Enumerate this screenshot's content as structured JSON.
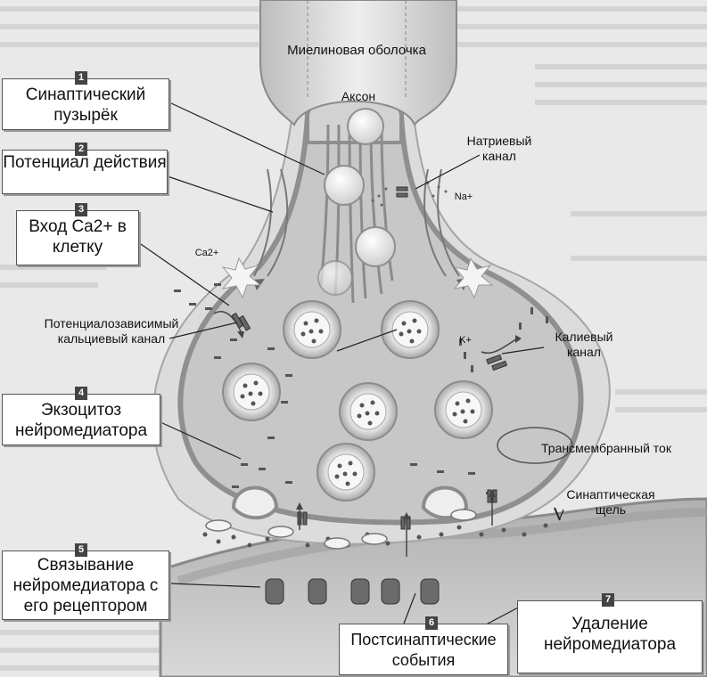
{
  "labels": {
    "myelin": "Миелиновая оболочка",
    "axon": "Аксон",
    "sodium_channel": "Натриевый канал",
    "sodium_ion": "Na+",
    "calcium_ion": "Ca2+",
    "calcium_channel": "Потенциалозависимый кальциевый канал",
    "potassium_ion": "K+",
    "potassium_channel": "Калиевый канал",
    "transmembrane_current": "Трансмембранный ток",
    "synaptic_cleft": "Синаптическая щель"
  },
  "steps": [
    {
      "number": "1",
      "text": "Синаптический пузырёк"
    },
    {
      "number": "2",
      "text": "Потенциал действия"
    },
    {
      "number": "3",
      "text": "Вход Ca2+ в клетку"
    },
    {
      "number": "4",
      "text": "Экзоцитоз нейромедиатора"
    },
    {
      "number": "5",
      "text": "Связывание нейромедиатора с его рецептором"
    },
    {
      "number": "6",
      "text": "Постсинаптические события"
    },
    {
      "number": "7",
      "text": "Удаление нейромедиатора"
    }
  ],
  "colors": {
    "membrane": "#8f8f8f",
    "terminal_fill": "#c9c9c9",
    "vesicle": "#f2f2f2",
    "background": "#e9e9e9"
  }
}
